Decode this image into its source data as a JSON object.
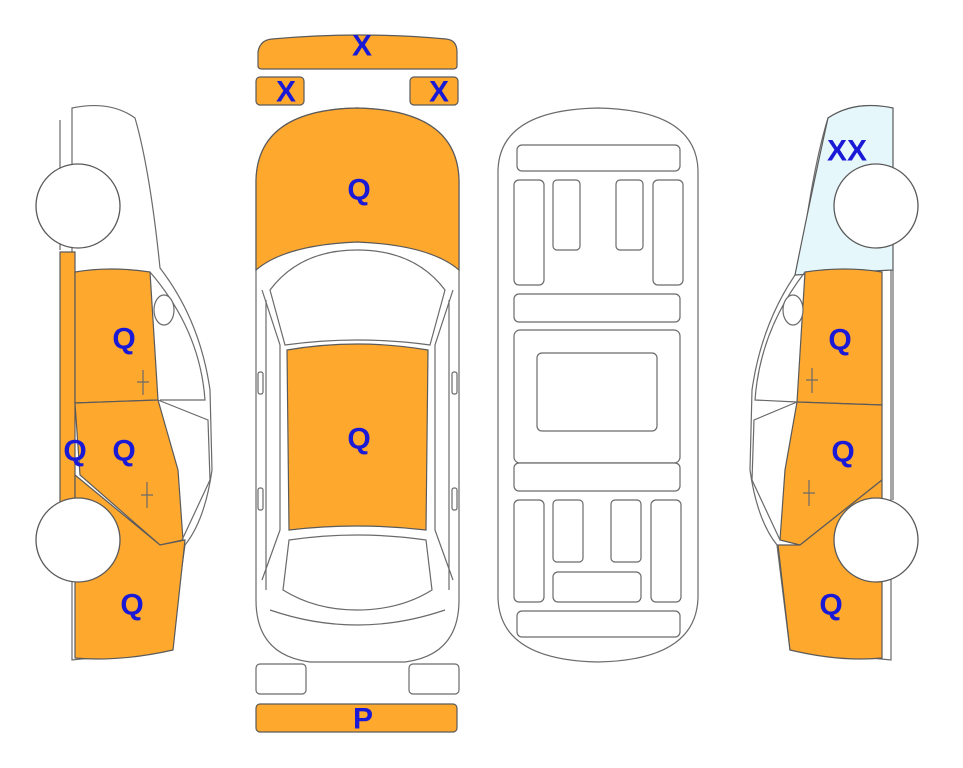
{
  "colors": {
    "damaged_panel": "#ffa82e",
    "light_panel": "#e6f7fc",
    "code_text": "#1a1ad6",
    "outline": "#6a6a6a"
  },
  "codes": {
    "front_bumper": "X",
    "front_left_corner": "X",
    "front_right_corner": "X",
    "hood": "Q",
    "roof": "Q",
    "rear_bumper": "P",
    "left_front_door": "Q",
    "left_rear_door": "Q",
    "left_sill": "Q",
    "left_rear_quarter": "Q",
    "right_front_fender": "XX",
    "right_front_door": "Q",
    "right_rear_door": "Q",
    "right_rear_quarter": "Q"
  }
}
